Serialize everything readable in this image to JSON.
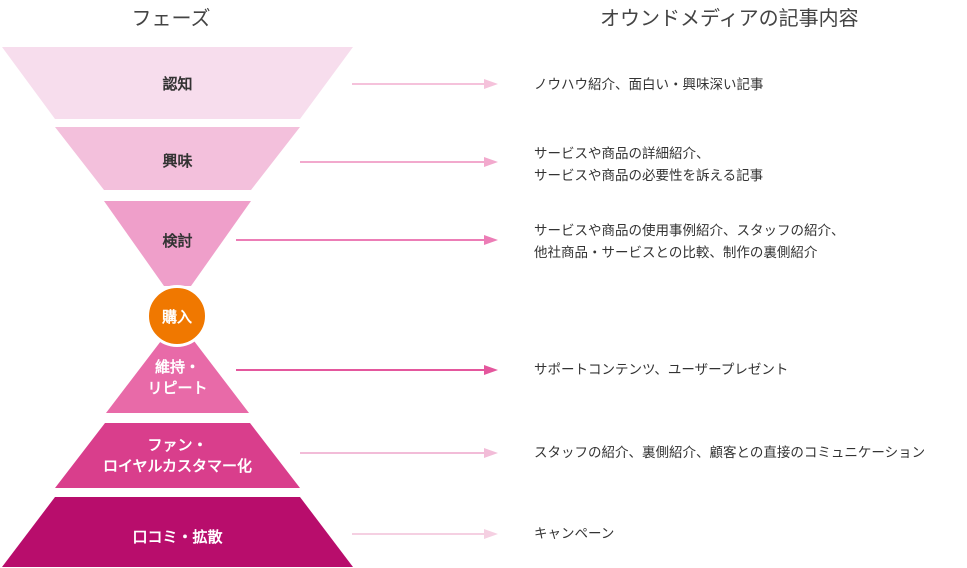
{
  "headers": {
    "phase": "フェーズ",
    "content": "オウンドメディアの記事内容"
  },
  "stages": [
    {
      "label": "認知",
      "content": "ノウハウ紹介、面白い・興味深い記事",
      "fill": "#f7dded",
      "text_color": "#333333",
      "arrow_color": "#f5c2db"
    },
    {
      "label": "興味",
      "content": "サービスや商品の詳細紹介、\nサービスや商品の必要性を訴える記事",
      "fill": "#f3c0dc",
      "text_color": "#333333",
      "arrow_color": "#f2a9cd"
    },
    {
      "label": "検討",
      "content": "サービスや商品の使用事例紹介、スタッフの紹介、\n他社商品・サービスとの比較、制作の裏側紹介",
      "fill": "#ef9fca",
      "text_color": "#333333",
      "arrow_color": "#ec7db6"
    },
    {
      "label": "維持・\nリピート",
      "content": "サポートコンテンツ、ユーザープレゼント",
      "fill": "#e86aa8",
      "text_color": "#ffffff",
      "arrow_color": "#e4579d"
    },
    {
      "label": "ファン・\nロイヤルカスタマー化",
      "content": "スタッフの紹介、裏側紹介、顧客との直接のコミュニケーション",
      "fill": "#d93e8c",
      "text_color": "#ffffff",
      "arrow_color": "#f2bcd8"
    },
    {
      "label": "口コミ・拡散",
      "content": "キャンペーン",
      "fill": "#b80d6c",
      "text_color": "#ffffff",
      "arrow_color": "#f5d0e2"
    }
  ],
  "purchase": {
    "label": "購入",
    "fill": "#f07800"
  }
}
